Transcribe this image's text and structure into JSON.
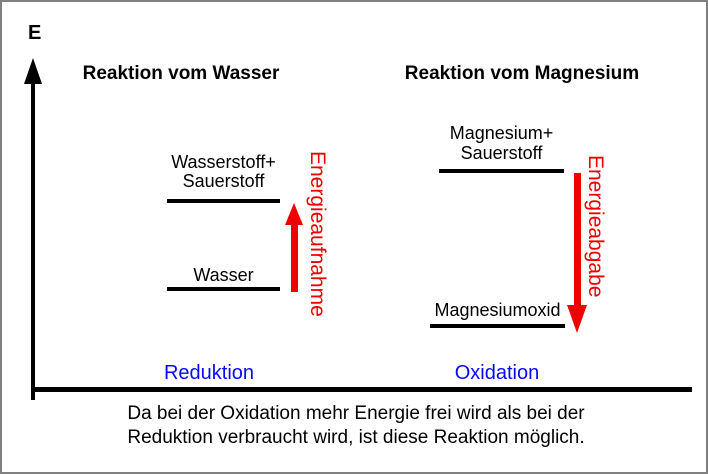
{
  "colors": {
    "red": "#ee0000",
    "blue": "#0808ff",
    "black": "#000000",
    "border_gray": "#808080"
  },
  "axis": {
    "label": "E"
  },
  "left_diagram": {
    "title": "Reaktion vom Wasser",
    "upper_level": {
      "label_line1": "Wasserstoff+",
      "label_line2": "Sauerstoff"
    },
    "lower_level": {
      "label": "Wasser"
    },
    "arrow": {
      "direction": "up",
      "label": "Energieaufnahme"
    },
    "process_label": "Reduktion"
  },
  "right_diagram": {
    "title": "Reaktion vom Magnesium",
    "upper_level": {
      "label_line1": "Magnesium+",
      "label_line2": "Sauerstoff"
    },
    "lower_level": {
      "label": "Magnesiumoxid"
    },
    "arrow": {
      "direction": "down",
      "label": "Energieabgabe"
    },
    "process_label": "Oxidation"
  },
  "caption": {
    "line1": "Da bei der Oxidation mehr Energie frei wird als bei der",
    "line2": "Reduktion verbraucht wird, ist diese Reaktion möglich."
  }
}
